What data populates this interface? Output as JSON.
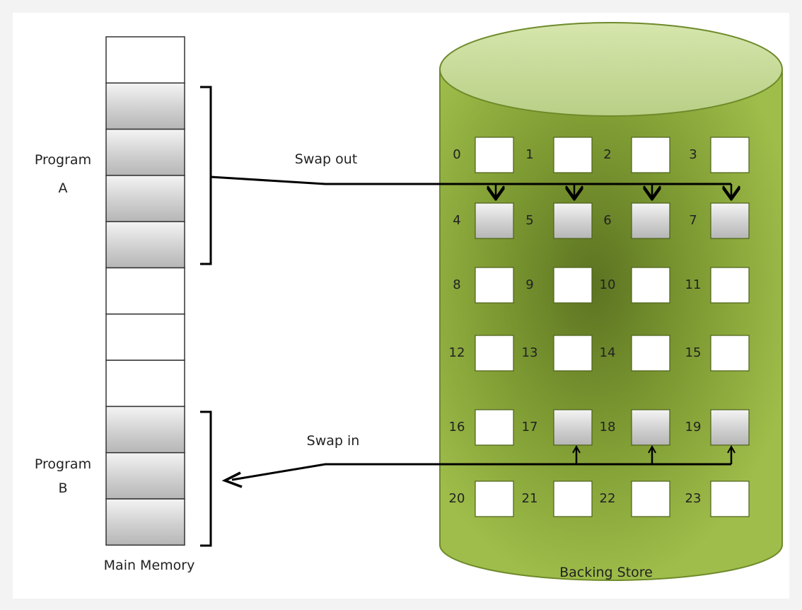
{
  "main_memory": {
    "label": "Main Memory",
    "cells": [
      "empty",
      "program-a",
      "program-a",
      "program-a",
      "program-a",
      "empty",
      "empty",
      "empty",
      "program-b",
      "program-b",
      "program-b"
    ]
  },
  "program_a": {
    "line1": "Program",
    "line2": "A"
  },
  "program_b": {
    "line1": "Program",
    "line2": "B"
  },
  "swap_out": {
    "label": "Swap out"
  },
  "swap_in": {
    "label": "Swap in"
  },
  "backing_store": {
    "label": "Backing Store",
    "slots": [
      {
        "n": "0",
        "filled": false
      },
      {
        "n": "1",
        "filled": false
      },
      {
        "n": "2",
        "filled": false
      },
      {
        "n": "3",
        "filled": false
      },
      {
        "n": "4",
        "filled": true
      },
      {
        "n": "5",
        "filled": true
      },
      {
        "n": "6",
        "filled": true
      },
      {
        "n": "7",
        "filled": true
      },
      {
        "n": "8",
        "filled": false
      },
      {
        "n": "9",
        "filled": false
      },
      {
        "n": "10",
        "filled": false
      },
      {
        "n": "11",
        "filled": false
      },
      {
        "n": "12",
        "filled": false
      },
      {
        "n": "13",
        "filled": false
      },
      {
        "n": "14",
        "filled": false
      },
      {
        "n": "15",
        "filled": false
      },
      {
        "n": "16",
        "filled": false
      },
      {
        "n": "17",
        "filled": true
      },
      {
        "n": "18",
        "filled": true
      },
      {
        "n": "19",
        "filled": true
      },
      {
        "n": "20",
        "filled": false
      },
      {
        "n": "21",
        "filled": false
      },
      {
        "n": "22",
        "filled": false
      },
      {
        "n": "23",
        "filled": false
      }
    ]
  },
  "colors": {
    "cylinder_body": "#8fae3c",
    "cylinder_dark": "#556b1e",
    "cylinder_top": "#c6d99a",
    "cylinder_edge": "#6e8a2a",
    "filled_cell": "#cfcfcf",
    "empty_cell": "#ffffff"
  }
}
